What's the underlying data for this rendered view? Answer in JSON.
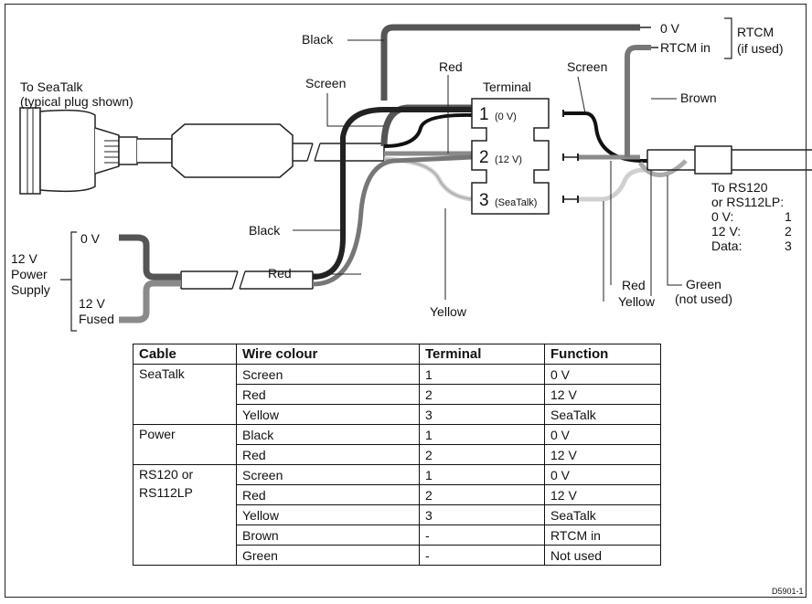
{
  "diagram": {
    "labels": {
      "black_top": "Black",
      "zero_v_top": "0 V",
      "rtcm_in": "RTCM in",
      "rtcm": "RTCM",
      "if_used": "(if used)",
      "to_seatalk_1": "To SeaTalk",
      "to_seatalk_2": "(typical plug shown)",
      "screen_left": "Screen",
      "red_top": "Red",
      "terminal": "Terminal",
      "screen_right": "Screen",
      "brown": "Brown",
      "black_mid": "Black",
      "red_mid": "Red",
      "yellow_bottom": "Yellow",
      "red_right": "Red",
      "yellow_right": "Yellow",
      "green_1": "Green",
      "green_2": "(not used)",
      "to_rs_1": "To RS120",
      "to_rs_2": "or RS112LP:",
      "ps_0v": "0 V",
      "ps_12v": "12 V",
      "ps_fused": "Fused",
      "supply_1": "12 V",
      "supply_2": "Power",
      "supply_3": "Supply",
      "figure_code": "D5901-1"
    },
    "terminals": [
      {
        "num": "1",
        "desc": "(0 V)"
      },
      {
        "num": "2",
        "desc": "(12 V)"
      },
      {
        "num": "3",
        "desc": "(SeaTalk)"
      }
    ],
    "rs_pins": [
      {
        "name": "0 V:",
        "pin": "1"
      },
      {
        "name": "12 V:",
        "pin": "2"
      },
      {
        "name": "Data:",
        "pin": "3"
      }
    ],
    "wire_colors": {
      "black": "#1e1e1e",
      "dark_grey": "#505050",
      "mid_grey": "#8a8a8a",
      "light_grey": "#c4c4c4"
    }
  },
  "table": {
    "headers": [
      "Cable",
      "Wire colour",
      "Terminal",
      "Function"
    ],
    "groups": [
      {
        "cable": "SeaTalk",
        "rows": [
          [
            "Screen",
            "1",
            "0 V"
          ],
          [
            "Red",
            "2",
            "12 V"
          ],
          [
            "Yellow",
            "3",
            "SeaTalk"
          ]
        ]
      },
      {
        "cable": "Power",
        "rows": [
          [
            "Black",
            "1",
            "0 V"
          ],
          [
            "Red",
            "2",
            "12 V"
          ]
        ]
      },
      {
        "cable": "RS120 or RS112LP",
        "rows": [
          [
            "Screen",
            "1",
            "0 V"
          ],
          [
            "Red",
            "2",
            "12 V"
          ],
          [
            "Yellow",
            "3",
            "SeaTalk"
          ],
          [
            "Brown",
            "-",
            "RTCM in"
          ],
          [
            "Green",
            "-",
            "Not used"
          ]
        ]
      }
    ]
  }
}
